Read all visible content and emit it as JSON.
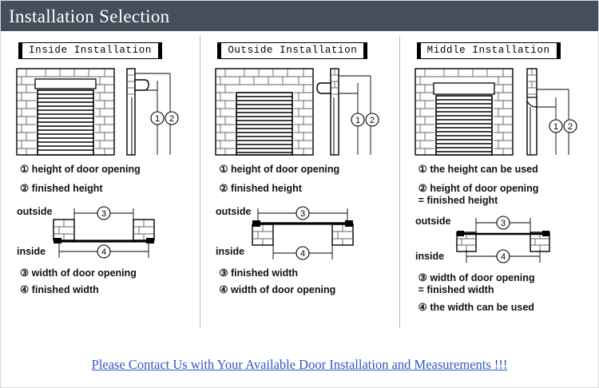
{
  "header": {
    "title": "Installation Selection",
    "bg_color": "#454f5b",
    "text_color": "#ffffff"
  },
  "panels": [
    {
      "title": "Inside Installation",
      "height_notes": [
        "① height of door opening",
        "② finished height"
      ],
      "plan_labels": {
        "outside": "outside",
        "inside": "inside",
        "top_dim": "③",
        "bottom_dim": "④"
      },
      "width_notes": [
        "③ width of door opening",
        "④ finished width"
      ],
      "side_dims": [
        "①",
        "②"
      ]
    },
    {
      "title": "Outside Installation",
      "height_notes": [
        "① height of door opening",
        "② finished height"
      ],
      "plan_labels": {
        "outside": "outside",
        "inside": "inside",
        "top_dim": "③",
        "bottom_dim": "④"
      },
      "width_notes": [
        "③ finished width",
        "④ width of door opening"
      ],
      "side_dims": [
        "①",
        "②"
      ]
    },
    {
      "title": "Middle Installation",
      "height_notes": [
        "① the height can be used",
        "② height of door opening\n    = finished height"
      ],
      "plan_labels": {
        "outside": "outside",
        "inside": "inside",
        "top_dim": "③",
        "bottom_dim": "④"
      },
      "width_notes": [
        "③ width of door opening\n    = finished width",
        "④ the width can be used"
      ],
      "side_dims": [
        "①",
        "②"
      ]
    }
  ],
  "footer": {
    "link_text": "Please Contact Us with Your Available Door Installation and Measurements !!!",
    "link_color": "#2f58c8"
  }
}
